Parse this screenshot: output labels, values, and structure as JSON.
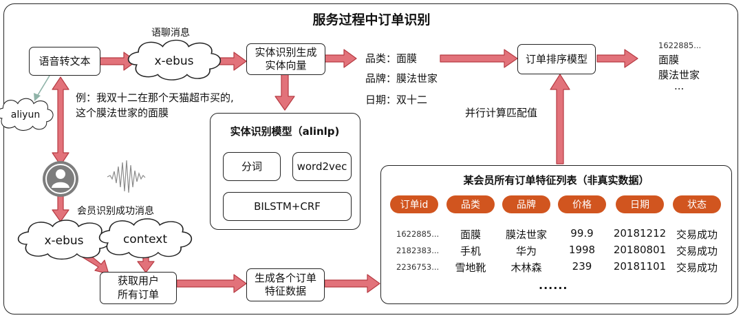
{
  "title": "服务过程中订单识别",
  "nodes": {
    "speech_to_text": "语音转文本",
    "xebus_top": "x-ebus",
    "xebus_top_label": "语聊消息",
    "entity_gen_line1": "实体识别生成",
    "entity_gen_line2": "实体向量",
    "aliyun": "aliyun",
    "example_line1": "例：我双十二在那个天猫超市买的,",
    "example_line2": "这个膜法世家的面膜",
    "entities": [
      {
        "key": "品类：",
        "value": "面膜"
      },
      {
        "key": "品牌：",
        "value": "膜法世家"
      },
      {
        "key": "日期：",
        "value": "双十二"
      }
    ],
    "order_sort_model": "订单排序模型",
    "parallel_match": "并行计算匹配值",
    "result_id": "1622885...",
    "result_item1": "面膜",
    "result_item2": "膜法世家",
    "result_more": "...",
    "model_box_title": "实体识别模型（alinlp)",
    "model_seg": "分词",
    "model_w2v": "word2vec",
    "model_bilstm": "BILSTM+CRF",
    "member_success_msg": "会员识别成功消息",
    "xebus_bottom": "x-ebus",
    "context": "context",
    "fetch_orders_line1": "获取用户",
    "fetch_orders_line2": "所有订单",
    "gen_features_line1": "生成各个订单",
    "gen_features_line2": "特征数据"
  },
  "table": {
    "title": "某会员所有订单特征列表（非真实数据）",
    "headers": [
      "订单id",
      "品类",
      "品牌",
      "价格",
      "日期",
      "状态"
    ],
    "rows": [
      [
        "1622885...",
        "面膜",
        "膜法世家",
        "99.9",
        "20181212",
        "交易成功"
      ],
      [
        "2182383...",
        "手机",
        "华为",
        "1998",
        "20180801",
        "交易成功"
      ],
      [
        "2236753...",
        "雪地靴",
        "木林森",
        "239",
        "20181101",
        "交易成功"
      ]
    ],
    "ellipsis": "......"
  },
  "colors": {
    "arrow_fill": "#e2727a",
    "arrow_stroke": "#b63a42",
    "pill": "#d1551f",
    "aliyun_arrow": "#8fb3a8"
  },
  "icons": [
    "user-avatar-icon",
    "soundwave-icon"
  ]
}
